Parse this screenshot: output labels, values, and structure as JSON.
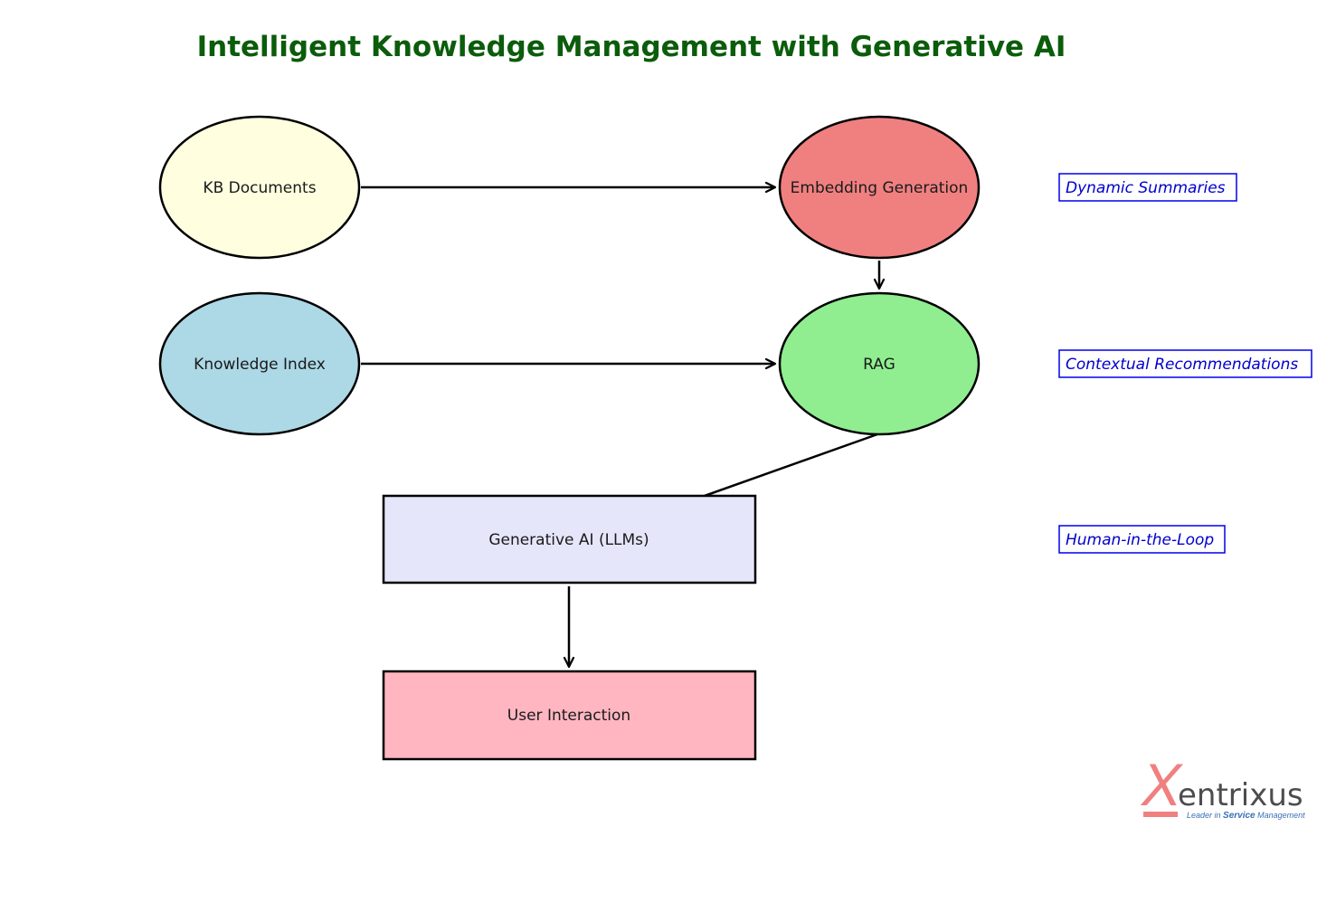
{
  "title": "Intelligent Knowledge Management with Generative AI",
  "colors": {
    "title": "#0b5c0b",
    "stroke": "#000000",
    "node_text": "#1a1a1a",
    "side_text": "#0000cc",
    "side_border": "#0000ee",
    "logo_accent": "#f08080",
    "logo_text": "#4d4d4d",
    "logo_tag": "#3a6fb5"
  },
  "nodes": {
    "kb_documents": {
      "label": "KB Documents",
      "shape": "ellipse",
      "fill": "#ffffe0"
    },
    "embedding_generation": {
      "label": "Embedding Generation",
      "shape": "ellipse",
      "fill": "#f08080"
    },
    "knowledge_index": {
      "label": "Knowledge Index",
      "shape": "ellipse",
      "fill": "#add8e6"
    },
    "rag": {
      "label": "RAG",
      "shape": "ellipse",
      "fill": "#90ee90"
    },
    "generative_ai": {
      "label": "Generative AI (LLMs)",
      "shape": "rectangle",
      "fill": "#e6e6fa"
    },
    "user_interaction": {
      "label": "User Interaction",
      "shape": "rectangle",
      "fill": "#ffb6c1"
    }
  },
  "edges": [
    {
      "from": "KB Documents",
      "to": "Embedding Generation"
    },
    {
      "from": "Embedding Generation",
      "to": "RAG"
    },
    {
      "from": "Knowledge Index",
      "to": "RAG"
    },
    {
      "from": "RAG",
      "to": "Generative AI (LLMs)"
    },
    {
      "from": "Generative AI (LLMs)",
      "to": "User Interaction"
    }
  ],
  "side_labels": {
    "dynamic_summaries": "Dynamic Summaries",
    "contextual_recommendations": "Contextual Recommendations",
    "human_in_the_loop": "Human-in-the-Loop"
  },
  "logo": {
    "initial": "X",
    "rest": "entrixus",
    "tagline_pre": "Leader in ",
    "tagline_bold": "Service",
    "tagline_post": " Management"
  }
}
